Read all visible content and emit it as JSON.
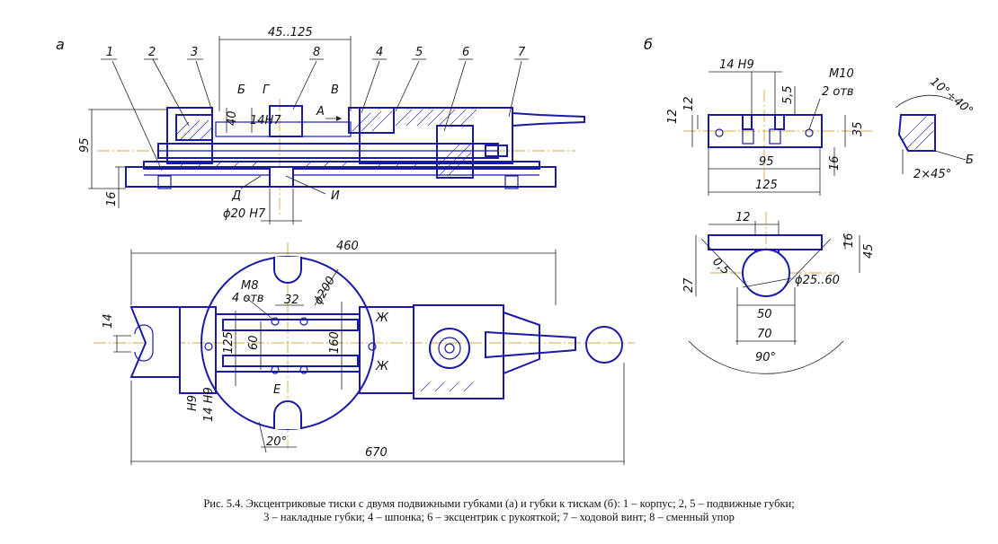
{
  "view_labels": {
    "a": "а",
    "b": "б"
  },
  "part_numbers": [
    "1",
    "2",
    "3",
    "4",
    "5",
    "6",
    "7",
    "8"
  ],
  "section_letters": {
    "B": "Б",
    "G": "Г",
    "V": "В",
    "A": "А",
    "D": "Д",
    "I": "И",
    "E": "Е",
    "Zh1": "Ж",
    "Zh2": "Ж",
    "B2": "Б"
  },
  "dims_view_a": {
    "top_span": "45..125",
    "height_95": "95",
    "height_16": "16",
    "d40": "40",
    "fit_14h7": "14H7",
    "bore_20h7": "ϕ20 H7",
    "length_460": "460",
    "length_670": "670",
    "width_14": "14",
    "thread_m8": "M8",
    "holes_4": "4 отв",
    "d32": "32",
    "dia_200": "ϕ200",
    "d125": "125",
    "d60": "60",
    "d160": "160",
    "fit_h9": "H9",
    "fit_14h9": "14 H9",
    "angle_20": "20°"
  },
  "dims_view_b": {
    "slot_14h9": "14 H9",
    "thread_m10": "M10",
    "holes_2": "2 отв",
    "d5_5": "5,5",
    "d12a": "12",
    "d12b": "12",
    "d35": "35",
    "d16a": "16",
    "d95": "95",
    "d125": "125",
    "angle_10_40": "10°÷40°",
    "chamfer": "2×45°",
    "d12c": "12",
    "d16b": "16",
    "d45": "45",
    "r0_5": "0,5",
    "d27": "27",
    "dia_25_60": "ϕ25..60",
    "d50": "50",
    "d70": "70",
    "angle_90": "90°"
  },
  "caption": {
    "line1": "Рис. 5.4. Эксцентриковые тиски с двумя подвижными губками (а) и губки к тискам (б): 1 – корпус; 2, 5 – подвижные губки;",
    "line2": "3 – накладные губки; 4 – шпонка; 6 – эксцентрик с рукояткой; 7 – ходовой винт; 8 – сменный упор"
  },
  "colors": {
    "outline": "#1a1aa6",
    "axis": "#d9a640",
    "dimension": "#222222"
  }
}
